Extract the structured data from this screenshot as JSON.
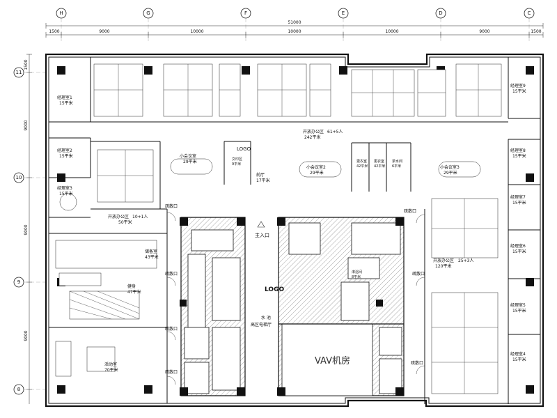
{
  "grid": {
    "columns": [
      "H",
      "G",
      "F",
      "E",
      "D",
      "C"
    ],
    "rows": [
      "11",
      "10",
      "9",
      "8"
    ],
    "top_dims": [
      "1500",
      "9000",
      "10000",
      "10000",
      "10000",
      "9000",
      "1500"
    ],
    "overall_dim": "51000",
    "left_dims": [
      "1500",
      "9000",
      "9000",
      "9000"
    ]
  },
  "rooms": {
    "mgr1": {
      "name": "经理室1",
      "area": "15平米"
    },
    "mgr2": {
      "name": "经理室2",
      "area": "15平米"
    },
    "mgr3": {
      "name": "经理室3",
      "area": "15平米"
    },
    "mgr4": {
      "name": "经理室4",
      "area": "15平米"
    },
    "mgr5": {
      "name": "经理室5",
      "area": "15平米"
    },
    "mgr6": {
      "name": "经理室6",
      "area": "15平米"
    },
    "mgr7": {
      "name": "经理室7",
      "area": "15平米"
    },
    "mgr8": {
      "name": "经理室8",
      "area": "15平米"
    },
    "mgr9": {
      "name": "经理室9",
      "area": "15平米"
    },
    "open_top": {
      "name": "开放办公区",
      "count": "61+5人",
      "area": "242平米"
    },
    "open_left": {
      "name": "开放办公区",
      "count": "10+1人",
      "area": "50平米"
    },
    "open_right": {
      "name": "开放办公区",
      "count": "25+3人",
      "area": "120平米"
    },
    "meet_small": {
      "name": "小会议室",
      "area": "29平米"
    },
    "meet_small2": {
      "name": "小会议室2",
      "area": "29平米"
    },
    "meet_small3": {
      "name": "小会议室3",
      "area": "29平米"
    },
    "print": {
      "name": "文印区",
      "area": "9平米"
    },
    "lobby": {
      "name": "前厅",
      "area": "17平米"
    },
    "logo_top": "LOGO",
    "logo_core": "LOGO",
    "change1": {
      "name": "更衣室",
      "area": "42平米"
    },
    "change2": {
      "name": "更衣室",
      "area": "42平米"
    },
    "tea": {
      "name": "茶水间",
      "area": "6平米"
    },
    "shower": {
      "name": "淋浴间",
      "area": "8平米"
    },
    "storage": {
      "name": "储备室",
      "area": "43平米"
    },
    "gym": {
      "name": "健身",
      "area": "47平米"
    },
    "activity": {
      "name": "活动室",
      "area": "70平米"
    },
    "main_entry": "主入口",
    "water": "水 池",
    "lift_lobby": "高区电梯厅",
    "vav": "VAV机房",
    "exit": "疏散口"
  }
}
